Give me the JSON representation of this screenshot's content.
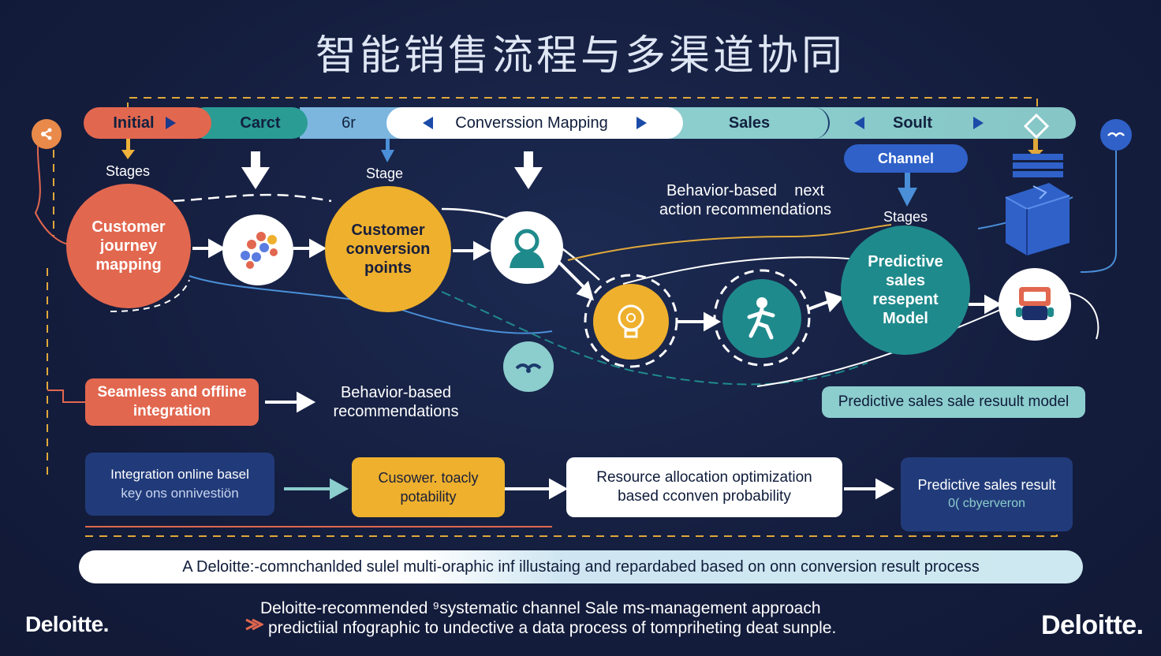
{
  "title": "智能销售流程与多渠道协同",
  "stage_bar": {
    "initial": "Initial",
    "carct": "Carct",
    "sixr": "6r",
    "conversion_mapping": "Converssion Mapping",
    "sales": "Sales",
    "soult": "Soult"
  },
  "labels": {
    "stages_left": "Stages",
    "stage_mid": "Stage",
    "channel": "Channel",
    "stages_right": "Stages",
    "behavior_top_l1": "Behavior-based    next",
    "behavior_top_l2": "action recommendations"
  },
  "circles": {
    "journey": "Customer journey mapping",
    "conversion_points": "Customer conversion points",
    "predictive": "Predictive sales resepent Model"
  },
  "boxes": {
    "seamless": "Seamless and offline integration",
    "behavior_mid_l1": "Behavior-based",
    "behavior_mid_l2": "recommendations",
    "predictive_result_model": "Predictive sales sale resuult model",
    "integration_l1": "Integration online basel",
    "integration_l2": "key ons onnivestiön",
    "cusower_l1": "Cusower. toacly",
    "cusower_l2": "potability",
    "resource_l1": "Resource allocation optimization",
    "resource_l2": "based cconven probability",
    "pred_result_l1": "Predictive sales result",
    "pred_result_l2": "0( cbyerveron"
  },
  "banner": "A Deloitte:-comnchanlded sulel multi-oraphic inf illustaing and repardabed based on onn conversion result process",
  "footer": {
    "line1": "Deloitte-recommended ⁹systematic channel Sale ms-management approach",
    "line2": "predictiial nfographic to undective a data process of tompriheting deat sunple.",
    "logo_left": "Deloitte.",
    "logo_right": "Deloitte."
  },
  "colors": {
    "background": "#141d3d",
    "orange": "#e2674f",
    "gold": "#eeb02d",
    "teal": "#1f8a8c",
    "blue": "#2f61c9",
    "navy_box": "#213b7a",
    "light_teal": "#8ccdcd"
  },
  "icons": [
    "share-icon",
    "dots-cluster-icon",
    "person-icon",
    "lightbulb-icon",
    "runner-icon",
    "robot-icon",
    "cube-icon",
    "diamond-icon",
    "bird-icon",
    "gear-icon"
  ]
}
